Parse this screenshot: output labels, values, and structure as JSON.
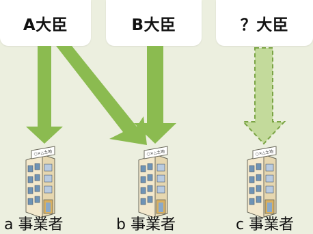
{
  "ministers": {
    "a": "A大臣",
    "b": "B大臣",
    "c": "？大臣"
  },
  "operators": {
    "a": "a 事業者",
    "b": "b 事業者",
    "c": "c 事業者"
  },
  "building_sign": "○×△土地",
  "colors": {
    "background": "#ecefdf",
    "arrow_solid": "#8bbb50",
    "arrow_light": "#c3da9b",
    "arrow_dash": "#7aa444",
    "building_wall": "#f3e8cc",
    "window": "#6f93b5"
  }
}
